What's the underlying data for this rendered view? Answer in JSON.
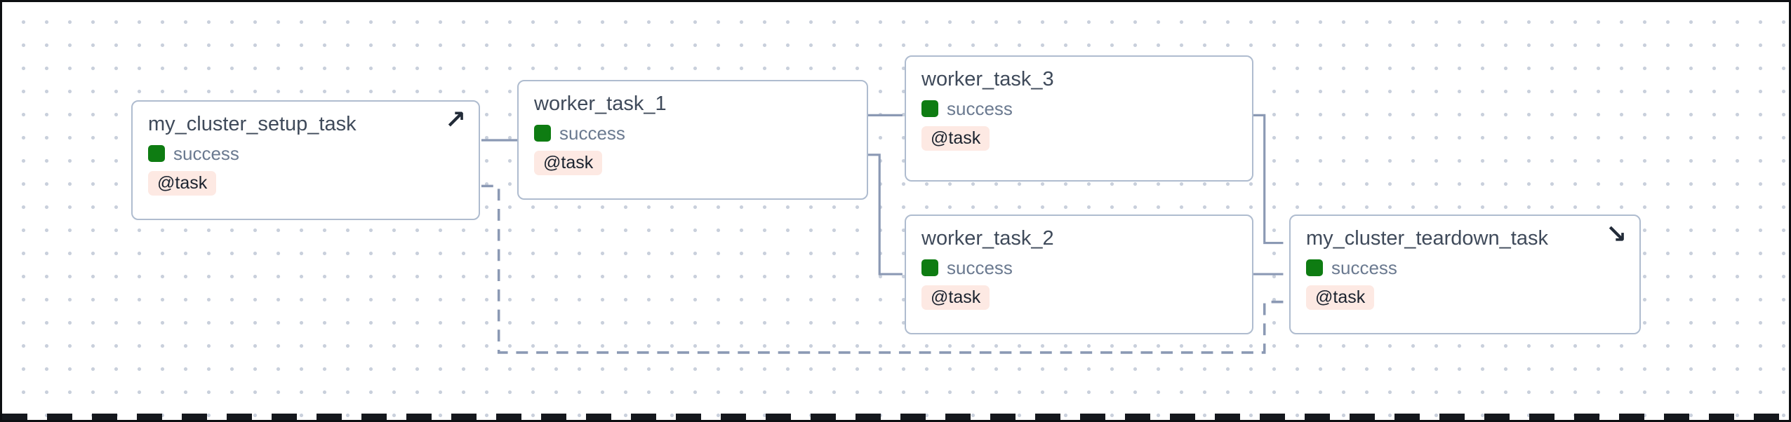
{
  "graph": {
    "edge_color": "#8b99b4",
    "dot_color": "#c9d0dc",
    "node_border_color": "#afbccf",
    "success_color": "#0e7c12",
    "badge_bg": "#fde9e3",
    "title_color": "#3f4a5a",
    "state_text_color": "#6b7a90",
    "badge_text_color": "#1a222e"
  },
  "nodes": [
    {
      "title": "my_cluster_setup_task",
      "state_label": "success",
      "badge": "@task",
      "corner_icon": "↗"
    },
    {
      "title": "worker_task_1",
      "state_label": "success",
      "badge": "@task"
    },
    {
      "title": "worker_task_3",
      "state_label": "success",
      "badge": "@task"
    },
    {
      "title": "worker_task_2",
      "state_label": "success",
      "badge": "@task"
    },
    {
      "title": "my_cluster_teardown_task",
      "state_label": "success",
      "badge": "@task",
      "corner_icon": "↘"
    }
  ]
}
